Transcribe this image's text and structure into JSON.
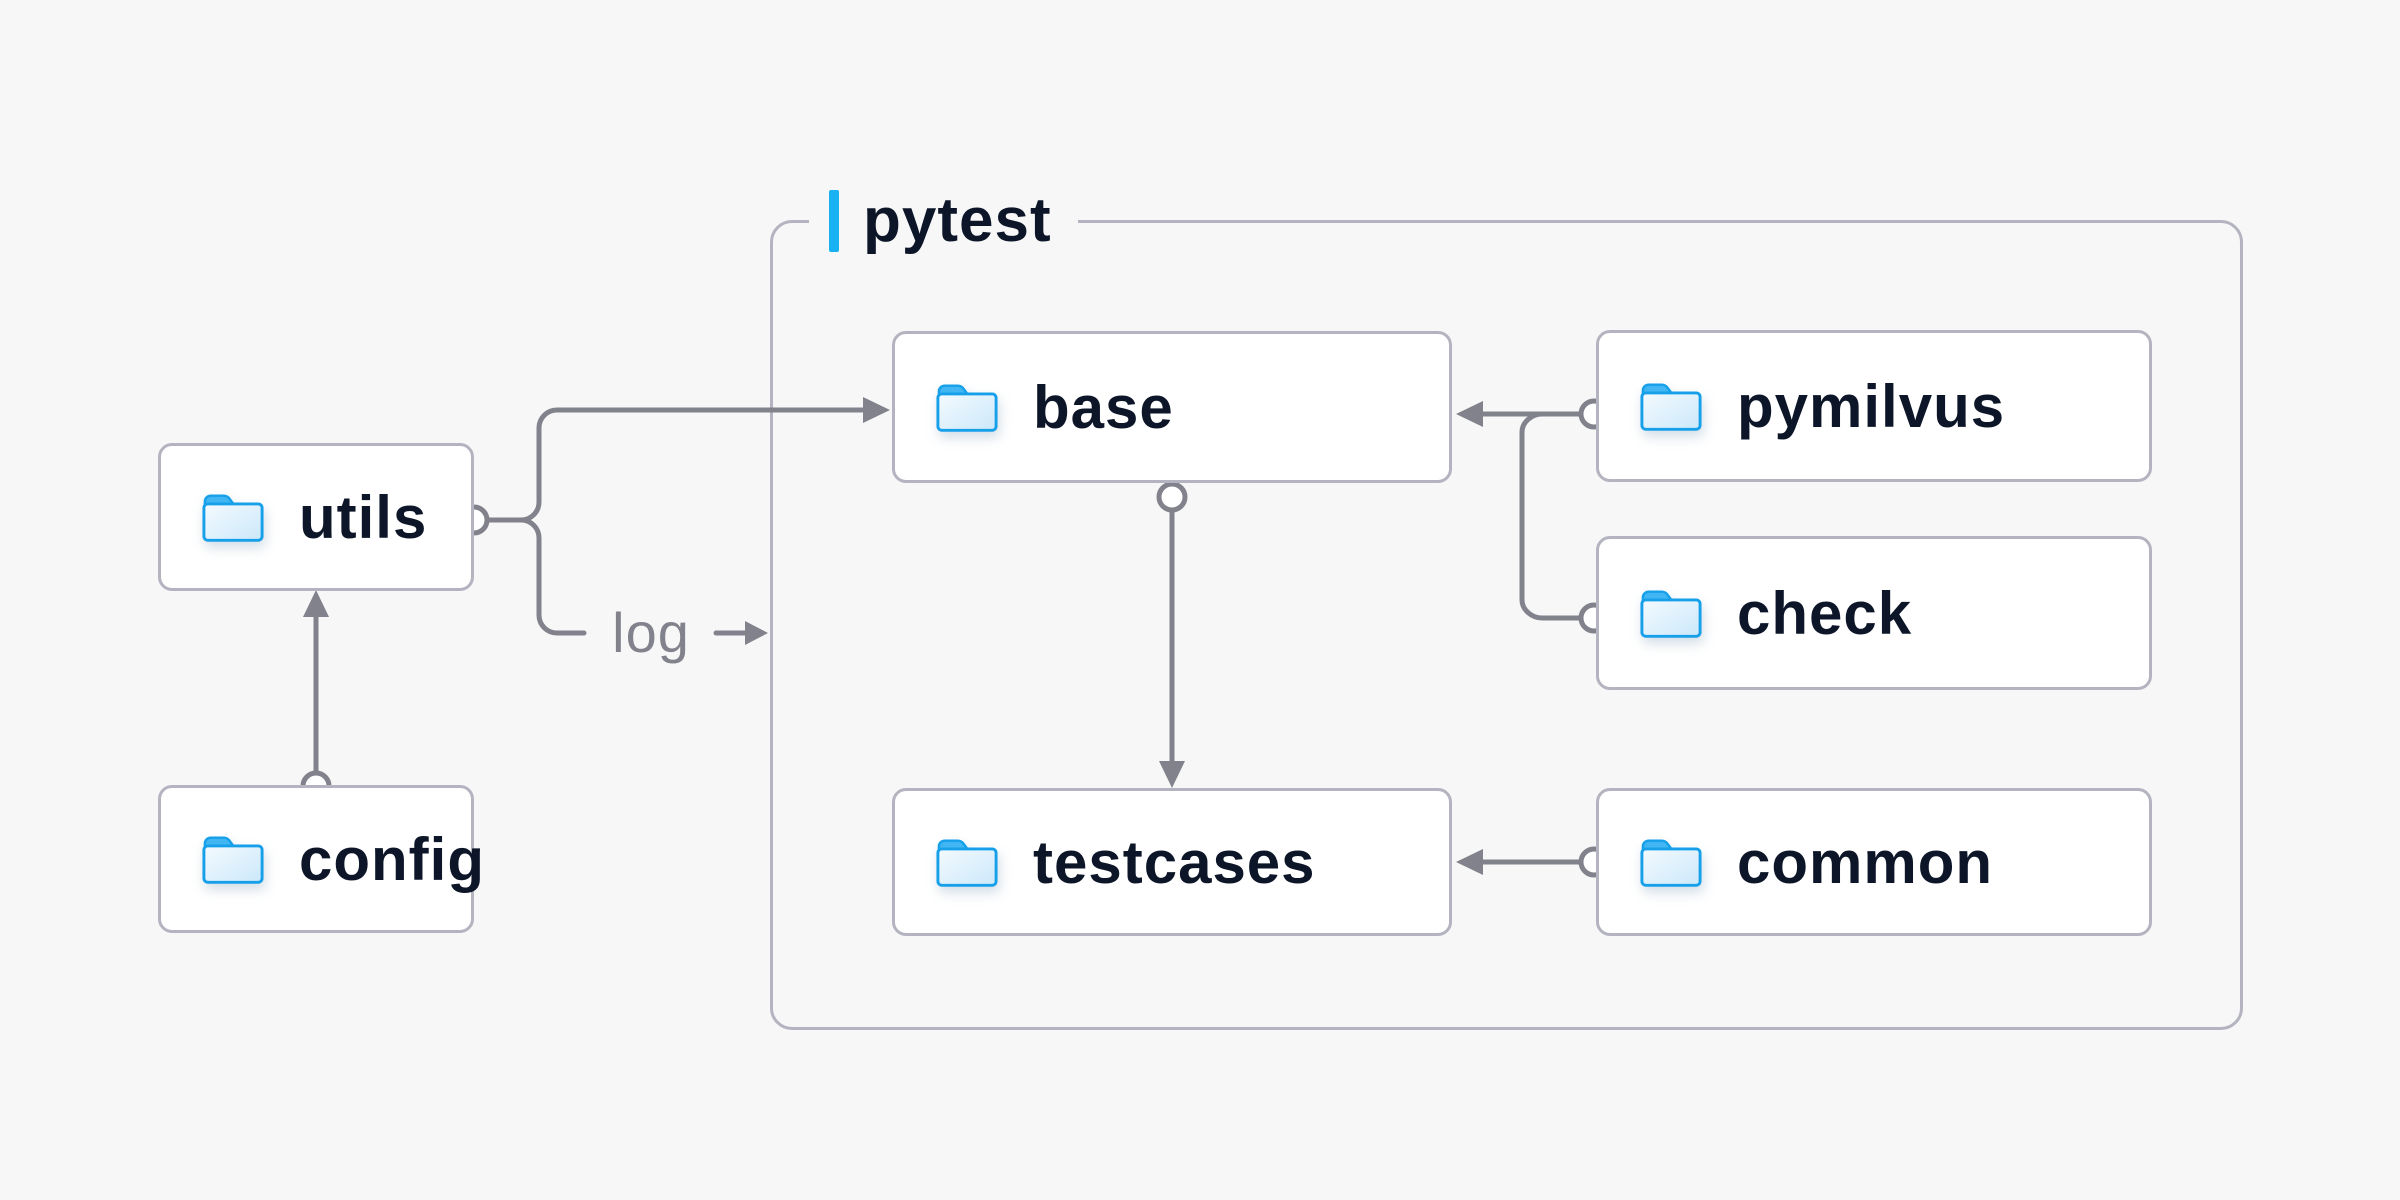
{
  "diagram": {
    "group_label": "pytest",
    "edge_label": "log",
    "nodes": [
      {
        "id": "utils",
        "label": "utils"
      },
      {
        "id": "config",
        "label": "config"
      },
      {
        "id": "base",
        "label": "base"
      },
      {
        "id": "pymilvus",
        "label": "pymilvus"
      },
      {
        "id": "check",
        "label": "check"
      },
      {
        "id": "testcases",
        "label": "testcases"
      },
      {
        "id": "common",
        "label": "common"
      }
    ],
    "connections": [
      {
        "from": "config",
        "to": "utils"
      },
      {
        "from": "utils",
        "to": "base"
      },
      {
        "from": "utils",
        "to": "log"
      },
      {
        "from": "base",
        "to": "testcases"
      },
      {
        "from": "pymilvus",
        "to": "base"
      },
      {
        "from": "check",
        "to": "base"
      },
      {
        "from": "common",
        "to": "testcases"
      }
    ],
    "icons": {
      "node_icon": "folder-icon"
    },
    "colors": {
      "background": "#f7f7f8",
      "node_fill": "#ffffff",
      "node_border": "#b4b4c0",
      "group_border": "#b4b4c0",
      "connector": "#82828c",
      "node_text": "#0d1628",
      "edge_label_text": "#82828c",
      "accent_bar": "#18b2f2",
      "folder_stroke": "#17a0ea",
      "folder_tab": "#41b6f2",
      "folder_body_light": "#f4fafe",
      "folder_body_dark": "#cbe8fa"
    }
  }
}
